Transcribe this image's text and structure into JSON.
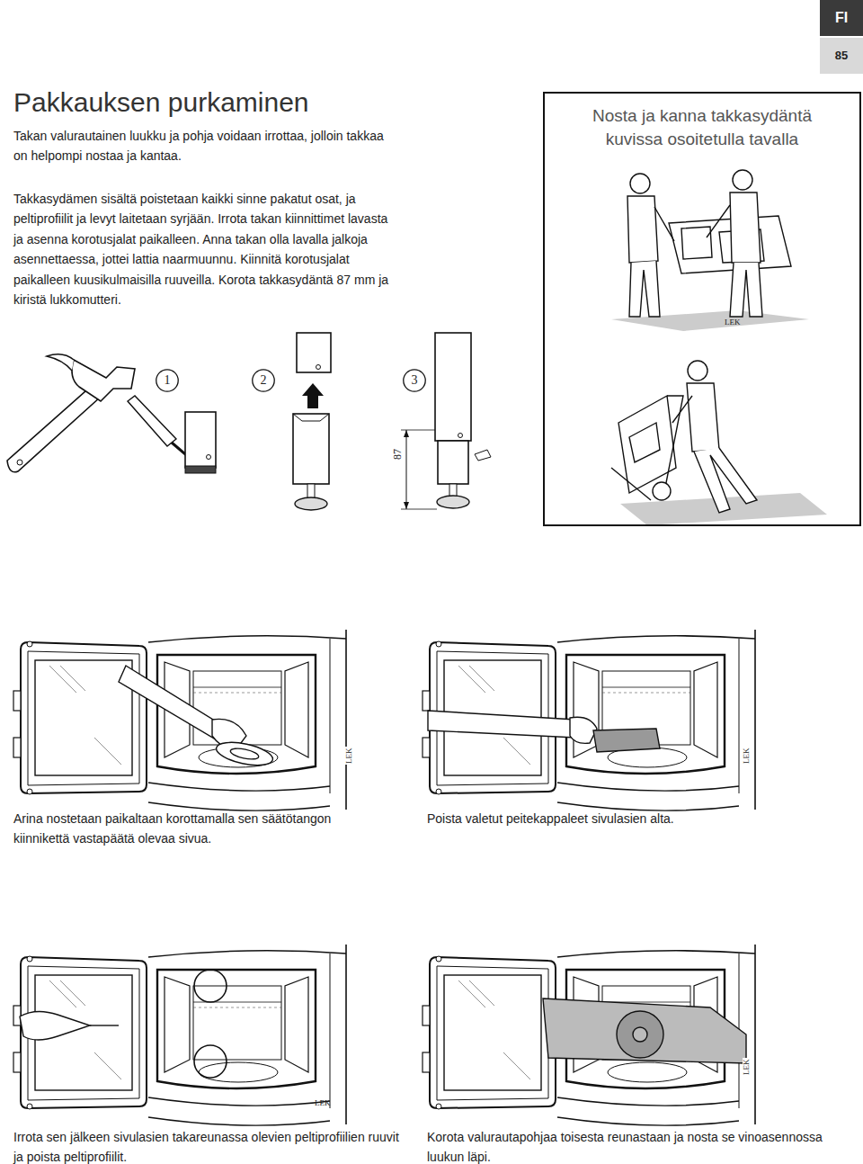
{
  "diagram": {
    "title": "Pakkauksen purkaminen",
    "nodes": [
      {
        "text": [
          "FI"
        ]
      },
      {
        "text": [
          "85"
        ]
      },
      {
        "text": [
          "Nosta ja kanna takkasydäntä kuvissa osoitetulla tavalla"
        ]
      },
      {
        "text": [
          "1"
        ]
      },
      {
        "text": [
          "2"
        ]
      },
      {
        "text": [
          "3"
        ]
      }
    ],
    "labels": [
      "Takan valurautainen luukku ja pohja voidaan irrottaa, jolloin takkaa on helpompi nostaa ja kantaa.",
      "Takkasydämen sisältä poistetaan kaikki sinne pakatut osat, ja peltiprofiilit ja levyt laitetaan syrjään. Irrota takan kiinnittimet lavasta ja asenna korotusjalat paikalleen. Anna takan olla lavalla jalkoja asennettaessa, jottei lattia naarmuunnu. Kiinnitä korotusjalat paikalleen kuusikulmaisilla ruuveilla. Korota takkasydäntä 87 mm ja kiristä lukkomutteri.",
      "87",
      "LEK",
      "LEK",
      "LEK",
      "Arina nostetaan paikaltaan korottamalla sen säätötangon kiinnikettä vastapäätä olevaa sivua.",
      "Poista valetut peitekappaleet sivulasien alta.",
      "LEK",
      "LEK",
      "Irrota sen jälkeen sivulasien takareunassa olevien peltiprofiilien ruuvit ja poista peltiprofiilit.",
      "Korota valurautapohjaa toisesta reunastaan ja nosta se vinoasennossa luukun läpi."
    ]
  }
}
